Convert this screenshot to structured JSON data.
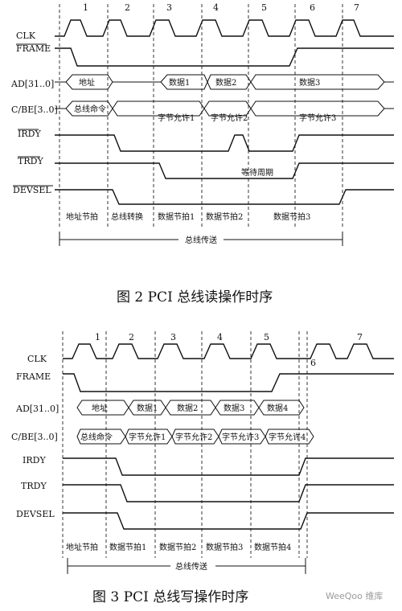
{
  "diagram_read": {
    "cycle_numbers": [
      "1",
      "2",
      "3",
      "4",
      "5",
      "6",
      "7"
    ],
    "signals": [
      "CLK",
      "FRAME",
      "AD[31..0]",
      "C/BE[3..0]",
      "IRDY",
      "TRDY",
      "DEVSEL"
    ],
    "ad_labels": [
      "地址",
      "数据1",
      "数据2",
      "数据3"
    ],
    "cbe_labels": [
      "总线命令",
      "字节允许1",
      "字节允许2",
      "字节允许3"
    ],
    "annotation": "等待周期",
    "phases": [
      "地址节拍",
      "总线转换",
      "数据节拍1",
      "数据节拍2",
      "数据节拍3"
    ],
    "bus_transfer": "总线传送",
    "caption": "图 2   PCI 总线读操作时序"
  },
  "diagram_write": {
    "cycle_numbers": [
      "1",
      "2",
      "3",
      "4",
      "5",
      "6",
      "7"
    ],
    "signals": [
      "CLK",
      "FRAME",
      "AD[31..0]",
      "C/BE[3..0]",
      "IRDY",
      "TRDY",
      "DEVSEL"
    ],
    "ad_labels": [
      "地址",
      "数据1",
      "数据2",
      "数据3",
      "数据4"
    ],
    "cbe_labels": [
      "总线命令",
      "字节允许1",
      "字节允许2",
      "字节允许3",
      "字节允许4"
    ],
    "phases": [
      "地址节拍",
      "数据节拍1",
      "数据节拍2",
      "数据节拍3",
      "数据节拍4"
    ],
    "bus_transfer": "总线传送",
    "caption": "图 3   PCI 总线写操作时序"
  },
  "watermark": "WeeQoo 维库"
}
